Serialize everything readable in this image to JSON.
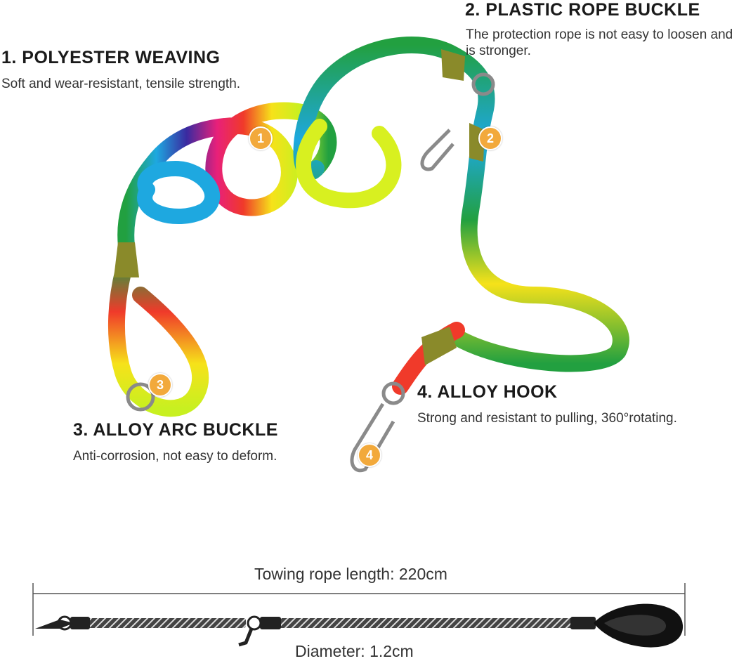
{
  "features": [
    {
      "number": "1",
      "title": "1. POLYESTER WEAVING",
      "description": "Soft and wear-resistant, tensile strength."
    },
    {
      "number": "2",
      "title": "2. PLASTIC ROPE BUCKLE",
      "description": "The protection rope is not easy to loosen and is stronger."
    },
    {
      "number": "3",
      "title": "3. ALLOY ARC BUCKLE",
      "description": "Anti-corrosion, not easy to deform."
    },
    {
      "number": "4",
      "title": "4. ALLOY HOOK",
      "description": "Strong and resistant to pulling, 360°rotating."
    }
  ],
  "dimensions": {
    "length_label": "Towing rope length: 220cm",
    "diameter_label": "Diameter: 1.2cm"
  },
  "colors": {
    "badge": "#f2a93b",
    "buckle": "#8a8a2a",
    "rope_gradient": [
      "#2a3aa0",
      "#1ea8e0",
      "#e8207a",
      "#f03a2a",
      "#f6e21a",
      "#c8f020",
      "#22a040"
    ]
  }
}
